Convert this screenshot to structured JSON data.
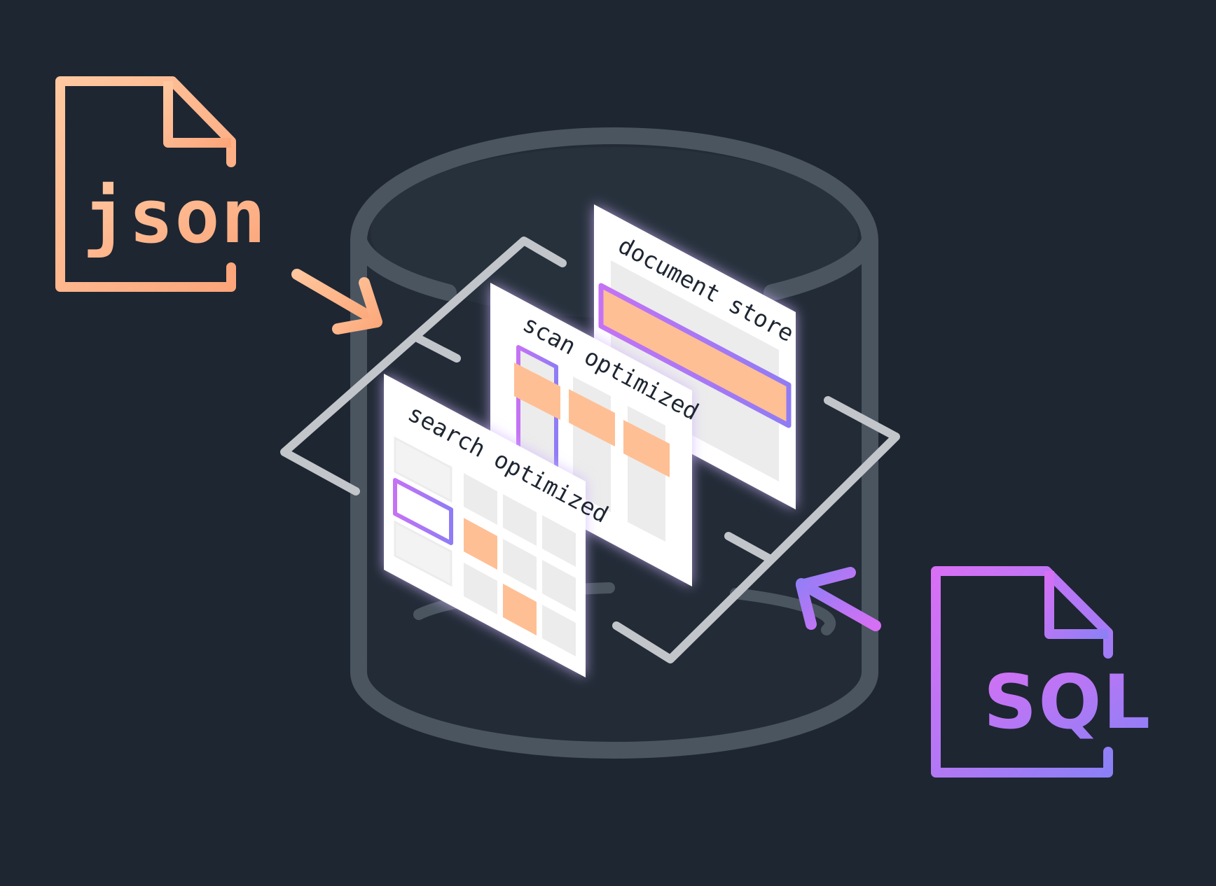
{
  "files": {
    "json": {
      "label": "json"
    },
    "sql": {
      "label": "SQL"
    }
  },
  "panels": [
    {
      "id": "document",
      "label": "document store"
    },
    {
      "id": "scan",
      "label": "scan optimized"
    },
    {
      "id": "search",
      "label": "search optimized"
    }
  ],
  "colors": {
    "background": "#1e2632",
    "cylinder": "#4a5560",
    "cycle_lines": "#c2c6ca",
    "json_gradient_start": "#ffc39a",
    "json_gradient_end": "#fca87a",
    "sql_gradient_start": "#d56ff5",
    "sql_gradient_end": "#8f7cf5",
    "panel": "#ffffff",
    "cell": "#ececec",
    "highlight_fill": "#ffbf94",
    "highlight_border": "#a36cf7"
  }
}
